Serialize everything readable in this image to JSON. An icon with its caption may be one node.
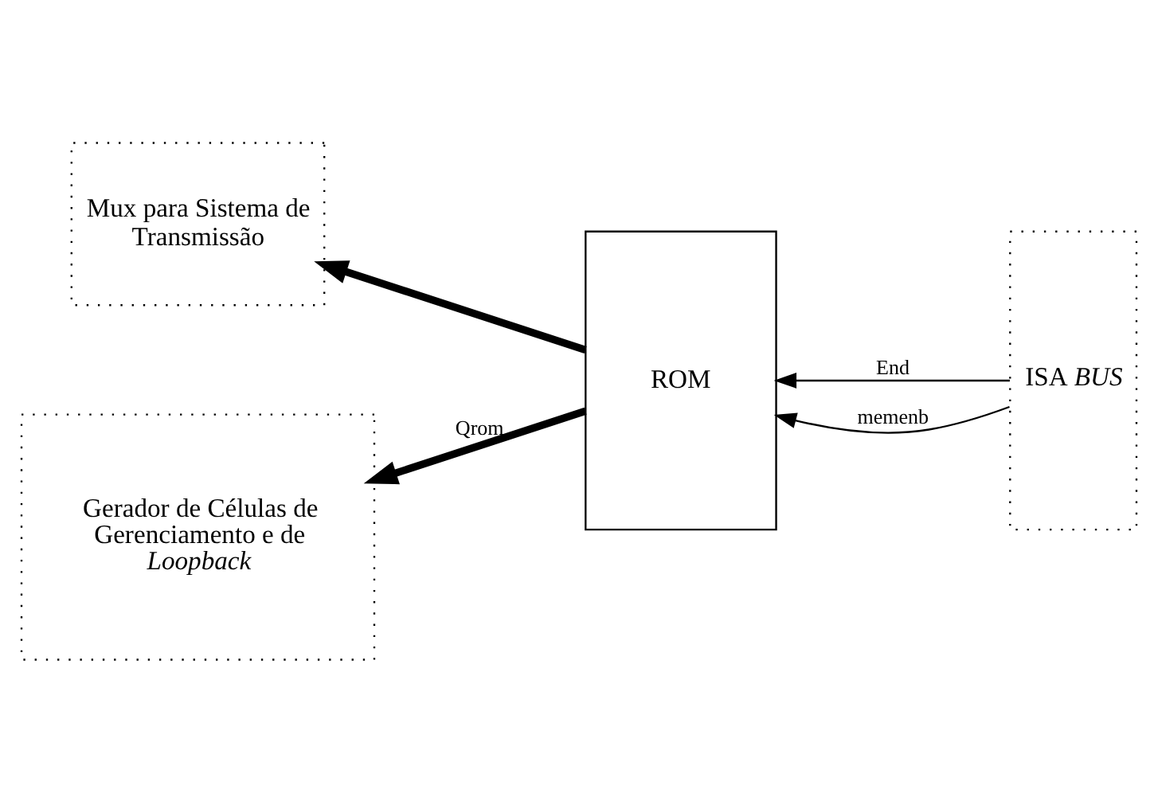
{
  "diagram": {
    "nodes": [
      {
        "text": [
          "Mux para Sistema de Transmissão"
        ]
      },
      {
        "text": [
          "Gerador de Células de Gerenciamento e de *Loopback*"
        ]
      },
      {
        "text": [
          "ROM"
        ]
      },
      {
        "text": [
          "ISA *BUS*"
        ]
      }
    ],
    "edges": [
      {
        "from": 2,
        "to": 1,
        "arrow": "to",
        "label": "Qrom",
        "style": "thick"
      },
      {
        "from": 2,
        "to": 0,
        "arrow": "to",
        "style": "thick"
      },
      {
        "from": 3,
        "to": 2,
        "arrow": "to",
        "label": "End"
      },
      {
        "from": 3,
        "to": 2,
        "arrow": "to",
        "label": "memenb"
      }
    ]
  }
}
